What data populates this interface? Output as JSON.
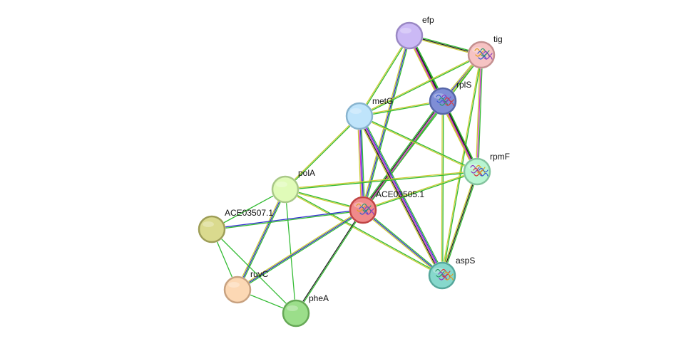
{
  "network": {
    "nodes": [
      {
        "id": "efp",
        "label": "efp",
        "fill": "#cbb9f5",
        "stroke": "#9a88c4",
        "structure": false
      },
      {
        "id": "tig",
        "label": "tig",
        "fill": "#f6c3c3",
        "stroke": "#c49090",
        "structure": true
      },
      {
        "id": "rplS",
        "label": "rplS",
        "fill": "#7f8ed6",
        "stroke": "#5666a8",
        "structure": true
      },
      {
        "id": "metG",
        "label": "metG",
        "fill": "#bfe4fb",
        "stroke": "#88b4cf",
        "structure": false
      },
      {
        "id": "rpmF",
        "label": "rpmF",
        "fill": "#b9f5d2",
        "stroke": "#84c49e",
        "structure": true
      },
      {
        "id": "polA",
        "label": "polA",
        "fill": "#e0fbb8",
        "stroke": "#a9c888",
        "structure": false
      },
      {
        "id": "ACE03505.1",
        "label": "ACE03505.1",
        "fill": "#f08a8a",
        "stroke": "#c04444",
        "structure": true
      },
      {
        "id": "ACE03507.1",
        "label": "ACE03507.1",
        "fill": "#dada8e",
        "stroke": "#9e9e58",
        "structure": false
      },
      {
        "id": "aspS",
        "label": "aspS",
        "fill": "#86d8cc",
        "stroke": "#56a89c",
        "structure": true
      },
      {
        "id": "ruvC",
        "label": "ruvC",
        "fill": "#fcd8b4",
        "stroke": "#c8a280",
        "structure": false
      },
      {
        "id": "pheA",
        "label": "pheA",
        "fill": "#9bde8a",
        "stroke": "#66a856",
        "structure": false
      }
    ],
    "edges": [
      {
        "source": "efp",
        "target": "tig",
        "colors": [
          "#33bb33",
          "#222222",
          "#cccc33"
        ]
      },
      {
        "source": "efp",
        "target": "rplS",
        "colors": [
          "#33bb33",
          "#222222",
          "#cc33cc",
          "#cccc33"
        ]
      },
      {
        "source": "efp",
        "target": "metG",
        "colors": [
          "#33bb33",
          "#cccc33"
        ]
      },
      {
        "source": "efp",
        "target": "rpmF",
        "colors": [
          "#33bb33",
          "#222222",
          "#cc33cc",
          "#cccc33"
        ]
      },
      {
        "source": "efp",
        "target": "ACE03505.1",
        "colors": [
          "#33bb33",
          "#3333cc",
          "#cccc33"
        ]
      },
      {
        "source": "tig",
        "target": "rplS",
        "colors": [
          "#33bb33",
          "#3333cc",
          "#cccc33"
        ]
      },
      {
        "source": "tig",
        "target": "metG",
        "colors": [
          "#33bb33",
          "#cccc33"
        ]
      },
      {
        "source": "tig",
        "target": "rpmF",
        "colors": [
          "#33bb33",
          "#cc33cc",
          "#cccc33"
        ]
      },
      {
        "source": "tig",
        "target": "ACE03505.1",
        "colors": [
          "#33bb33",
          "#cccc33"
        ]
      },
      {
        "source": "tig",
        "target": "aspS",
        "colors": [
          "#33bb33",
          "#cccc33"
        ]
      },
      {
        "source": "rplS",
        "target": "metG",
        "colors": [
          "#33bb33",
          "#cccc33"
        ]
      },
      {
        "source": "rplS",
        "target": "rpmF",
        "colors": [
          "#33bb33",
          "#222222",
          "#cc33cc",
          "#cccc33"
        ]
      },
      {
        "source": "rplS",
        "target": "ACE03505.1",
        "colors": [
          "#33bb33",
          "#cc33cc",
          "#222222",
          "#33bb33"
        ]
      },
      {
        "source": "rplS",
        "target": "aspS",
        "colors": [
          "#33bb33",
          "#cccc33"
        ]
      },
      {
        "source": "metG",
        "target": "rpmF",
        "colors": [
          "#33bb33",
          "#cccc33"
        ]
      },
      {
        "source": "metG",
        "target": "ACE03505.1",
        "colors": [
          "#33bb33",
          "#3333cc",
          "#cc33cc",
          "#cccc33"
        ]
      },
      {
        "source": "metG",
        "target": "aspS",
        "colors": [
          "#33bb33",
          "#3333cc",
          "#cc33cc",
          "#222222",
          "#cccc33"
        ]
      },
      {
        "source": "metG",
        "target": "polA",
        "colors": [
          "#33bb33",
          "#cccc33"
        ]
      },
      {
        "source": "rpmF",
        "target": "ACE03505.1",
        "colors": [
          "#33bb33",
          "#cccc33"
        ]
      },
      {
        "source": "rpmF",
        "target": "aspS",
        "colors": [
          "#33bb33",
          "#222222",
          "#cccc33"
        ]
      },
      {
        "source": "rpmF",
        "target": "polA",
        "colors": [
          "#33bb33",
          "#cccc33"
        ]
      },
      {
        "source": "polA",
        "target": "ACE03505.1",
        "colors": [
          "#33bb33",
          "#cccc33"
        ]
      },
      {
        "source": "polA",
        "target": "aspS",
        "colors": [
          "#33bb33",
          "#cccc33"
        ]
      },
      {
        "source": "polA",
        "target": "ACE03507.1",
        "colors": [
          "#33bb33"
        ]
      },
      {
        "source": "polA",
        "target": "ruvC",
        "colors": [
          "#33bb33",
          "#3333cc",
          "#cccc33"
        ]
      },
      {
        "source": "polA",
        "target": "pheA",
        "colors": [
          "#33bb33"
        ]
      },
      {
        "source": "ACE03505.1",
        "target": "aspS",
        "colors": [
          "#33bb33",
          "#3333cc",
          "#cccc33"
        ]
      },
      {
        "source": "ACE03505.1",
        "target": "ACE03507.1",
        "colors": [
          "#33bb33",
          "#3333cc"
        ]
      },
      {
        "source": "ACE03505.1",
        "target": "ruvC",
        "colors": [
          "#33bb33",
          "#3333cc",
          "#cccc33"
        ]
      },
      {
        "source": "ACE03505.1",
        "target": "pheA",
        "colors": [
          "#33bb33",
          "#222222"
        ]
      },
      {
        "source": "ACE03507.1",
        "target": "ruvC",
        "colors": [
          "#33bb33"
        ]
      },
      {
        "source": "ACE03507.1",
        "target": "pheA",
        "colors": [
          "#33bb33"
        ]
      },
      {
        "source": "ruvC",
        "target": "pheA",
        "colors": [
          "#33bb33"
        ]
      }
    ]
  }
}
